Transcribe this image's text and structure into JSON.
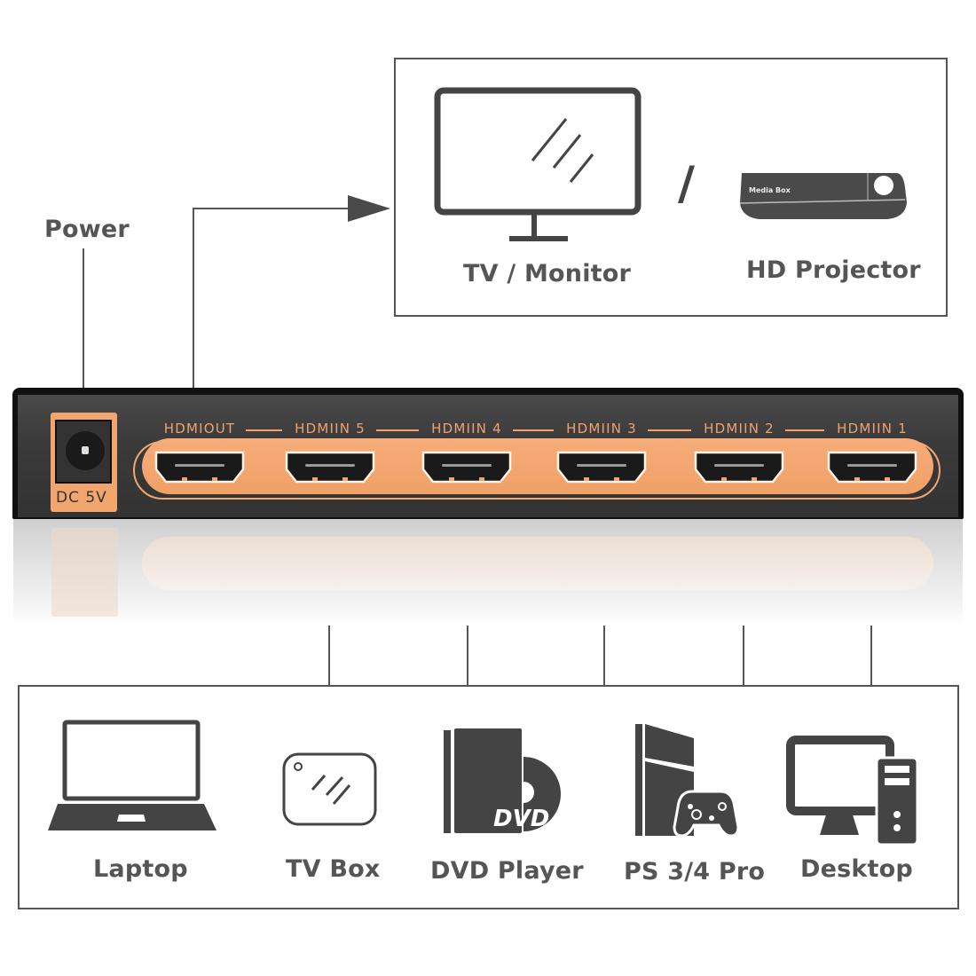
{
  "title": "HDMI Switch 5 In 1 Out connection diagram",
  "power_label": "Power",
  "output_box": {
    "devices": [
      {
        "name": "TV / Monitor",
        "icon": "tv-monitor-icon"
      },
      {
        "name": "HD Projector",
        "icon": "projector-icon",
        "icon_text": "Media Box"
      }
    ],
    "separator": "/"
  },
  "device": {
    "dc_label": "DC 5V",
    "ports": [
      "HDMIOUT",
      "HDMIIN 5",
      "HDMIIN 4",
      "HDMIIN 3",
      "HDMIIN 2",
      "HDMIIN 1"
    ],
    "accent_color": "#f2a66e",
    "body_color": "#3a3a3a"
  },
  "input_box": {
    "devices": [
      {
        "name": "Laptop",
        "icon": "laptop-icon"
      },
      {
        "name": "TV Box",
        "icon": "tv-box-icon"
      },
      {
        "name": "DVD Player",
        "icon": "dvd-player-icon",
        "icon_text": "DVD"
      },
      {
        "name": "PS 3/4 Pro",
        "icon": "game-console-icon"
      },
      {
        "name": "Desktop",
        "icon": "desktop-icon"
      }
    ]
  },
  "colors": {
    "line": "#555555",
    "icon": "#444444"
  }
}
